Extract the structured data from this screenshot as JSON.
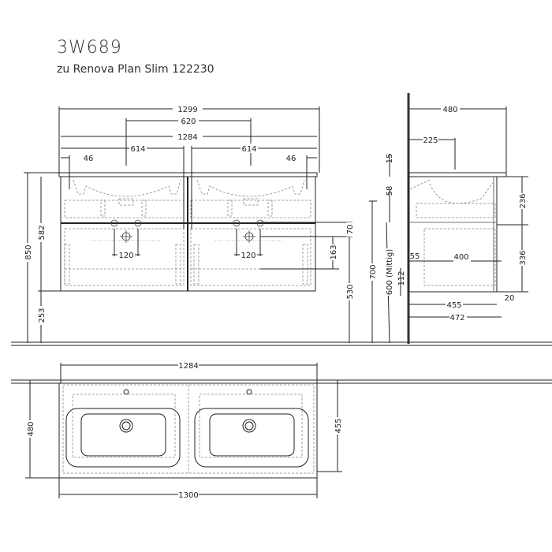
{
  "header": {
    "title": "3W689",
    "subtitle": "zu Renova Plan Slim 122230"
  },
  "front_view": {
    "dims_top": {
      "overall_width": "1299",
      "tap_spacing": "620",
      "cabinet_width": "1284",
      "left_half": "614",
      "right_half": "614",
      "left_offset": "46",
      "right_offset": "46"
    },
    "dims_left": {
      "total_height": "850",
      "cabinet_height": "582",
      "floor_clearance": "253"
    },
    "dims_inner": {
      "left_drain_spacing": "120",
      "right_drain_spacing": "120",
      "drain_offset_top": "70",
      "drain_height": "163",
      "drain_floor_height": "530",
      "supply_height": "700"
    }
  },
  "side_view": {
    "depth_top": "480",
    "bowl_center": "225",
    "top_thickness": "15",
    "upper_gap": "58",
    "height_mid": "600 (Mittig)",
    "lower_offset": "112",
    "drawer_offset": "55",
    "drawer_depth": "400",
    "depth_455": "455",
    "depth_472": "472",
    "front_gap": "20",
    "upper_height": "236",
    "lower_height": "336"
  },
  "top_view": {
    "cabinet_width": "1284",
    "top_width": "1300",
    "depth_left": "480",
    "depth_right": "455"
  }
}
